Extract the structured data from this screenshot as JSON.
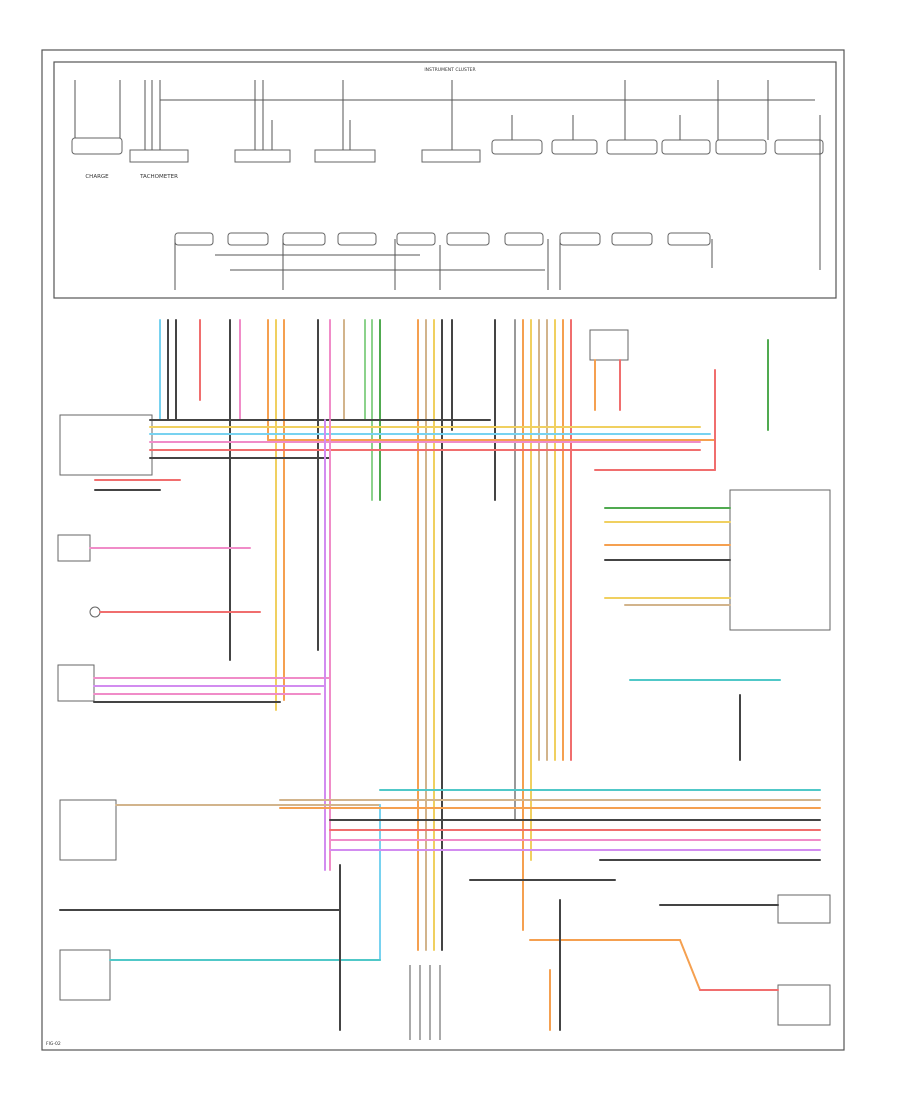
{
  "diagram": {
    "header": "INSTRUMENT CLUSTER",
    "gauges_row1": [
      "CHARGE",
      "TACHOMETER",
      "",
      "",
      "",
      "",
      "",
      "",
      "",
      "",
      ""
    ],
    "footer": "FIG-02",
    "wire_colors": {
      "red": "#f06e6e",
      "orange": "#f5a050",
      "yellow": "#f0d060",
      "tan": "#d2b48c",
      "pink": "#f08cc8",
      "violet": "#d28cf0",
      "lt_green": "#8cd28c",
      "dk_green": "#50aa50",
      "lt_blue": "#78d2f0",
      "teal": "#50c8c8",
      "gray": "#999999",
      "black": "#444444"
    }
  }
}
